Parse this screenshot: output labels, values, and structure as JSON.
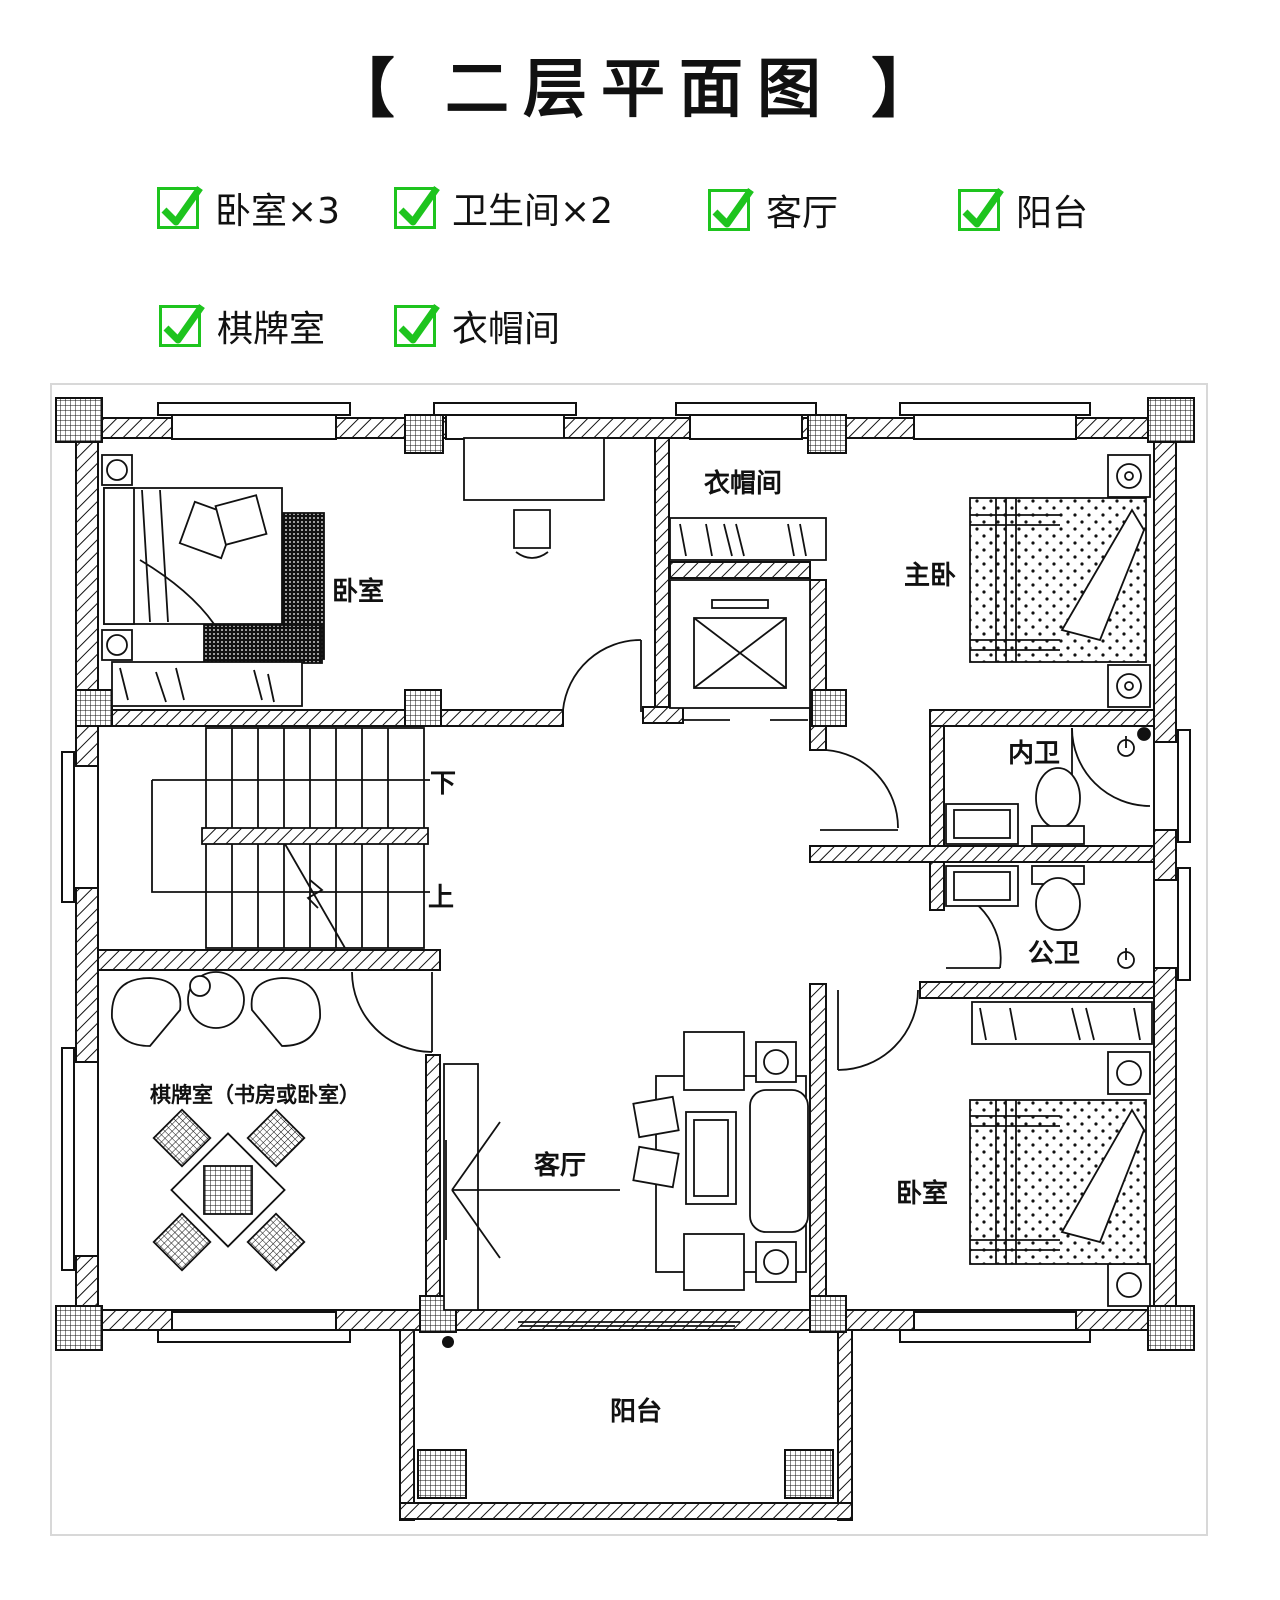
{
  "title": "【 二层平面图 】",
  "features": [
    {
      "label": "卧室×3"
    },
    {
      "label": "卫生间×2"
    },
    {
      "label": "客厅"
    },
    {
      "label": "阳台"
    },
    {
      "label": "棋牌室"
    },
    {
      "label": "衣帽间"
    }
  ],
  "rooms": {
    "bedroom_left": "卧室",
    "cloakroom": "衣帽间",
    "master": "主卧",
    "inner_bath": "内卫",
    "public_bath": "公卫",
    "stairs_down": "下",
    "stairs_up": "上",
    "chess_room": "棋牌室（书房或卧室）",
    "living": "客厅",
    "bedroom_right": "卧室",
    "balcony": "阳台"
  },
  "colors": {
    "check": "#1ec41e",
    "line": "#111111"
  }
}
